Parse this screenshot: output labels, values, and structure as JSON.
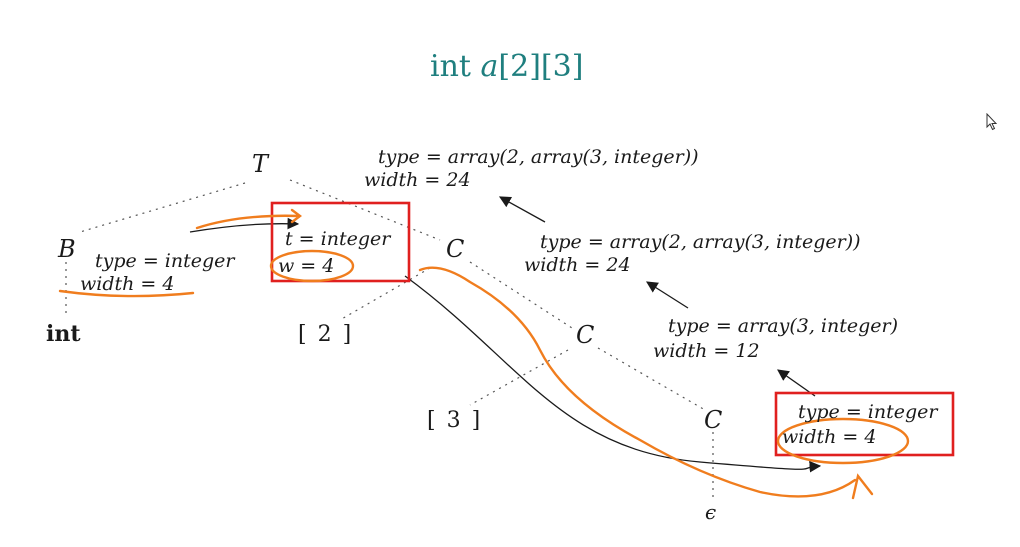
{
  "title": {
    "prefix": "int ",
    "var": "a",
    "dims": "[2][3]"
  },
  "nodes": {
    "T": "T",
    "B": "B",
    "C1": "C",
    "C2": "C",
    "C3": "C",
    "int": "int",
    "br2": "[ 2 ]",
    "br3": "[ 3 ]",
    "eps": "ϵ"
  },
  "attrs": {
    "T_type": "type = array(2, array(3, integer))",
    "T_width": "width = 24",
    "B_type": "type = integer",
    "B_width": "width = 4",
    "inh_t": "t = integer",
    "inh_w": "w = 4",
    "C1_type": "type = array(2, array(3, integer))",
    "C1_width": "width = 24",
    "C2_type": "type = array(3, integer)",
    "C2_width": "width = 12",
    "C3_type": "type = integer",
    "C3_width": "width = 4"
  },
  "colors": {
    "title": "#1f7f7f",
    "box": "#e0201f",
    "ink": "#f07d1e",
    "text": "#1a1a1a"
  },
  "icons": [
    "mouse-cursor-icon"
  ]
}
